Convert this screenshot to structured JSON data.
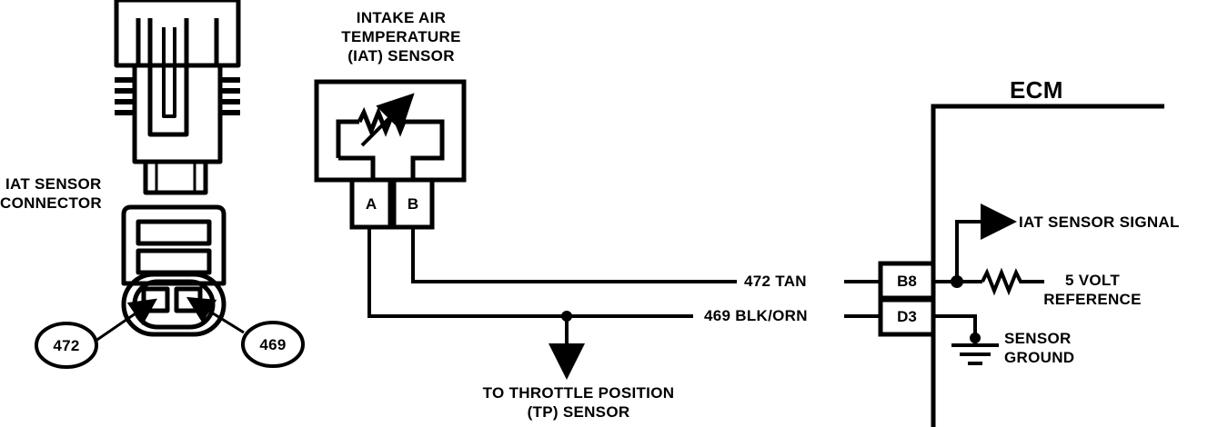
{
  "sensor": {
    "title_lines": [
      "INTAKE AIR",
      "TEMPERATURE",
      "(IAT) SENSOR"
    ],
    "pin_a": "A",
    "pin_b": "B"
  },
  "connector": {
    "title_lines": [
      "IAT SENSOR",
      "CONNECTOR"
    ],
    "callout_left": "472",
    "callout_right": "469"
  },
  "wires": {
    "tan": "472 TAN",
    "blk_orn": "469 BLK/ORN"
  },
  "tp_sensor": {
    "lines": [
      "TO THROTTLE POSITION",
      "(TP) SENSOR"
    ]
  },
  "ecm": {
    "title": "ECM",
    "pin_b8": "B8",
    "pin_d3": "D3",
    "signal": "IAT SENSOR SIGNAL",
    "ref_lines": [
      "5 VOLT",
      "REFERENCE"
    ],
    "ground_lines": [
      "SENSOR",
      "GROUND"
    ]
  }
}
